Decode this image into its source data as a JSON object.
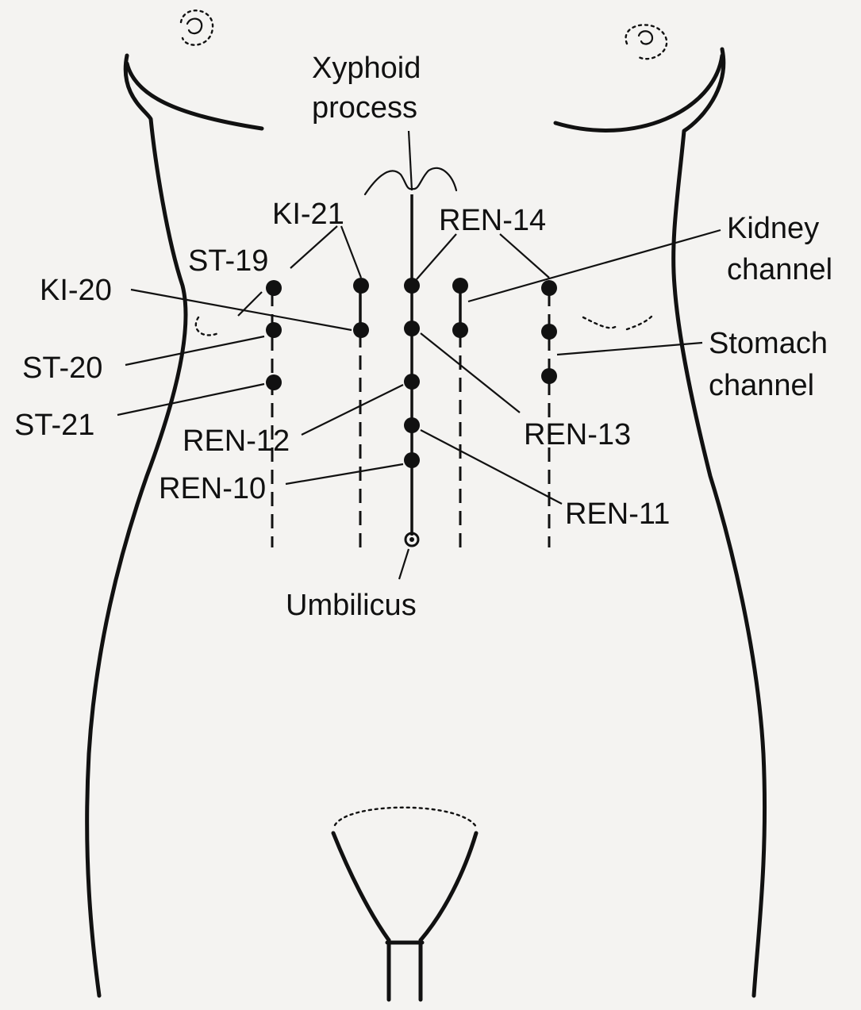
{
  "labels": {
    "xyphoid_1": "Xyphoid",
    "xyphoid_2": "process",
    "ki21": "KI-21",
    "ren14": "REN-14",
    "st19": "ST-19",
    "ki20": "KI-20",
    "st20": "ST-20",
    "st21": "ST-21",
    "ren12": "REN-12",
    "ren10": "REN-10",
    "ren13": "REN-13",
    "ren11": "REN-11",
    "kidney_1": "Kidney",
    "kidney_2": "channel",
    "stomach_1": "Stomach",
    "stomach_2": "channel",
    "umbilicus": "Umbilicus"
  },
  "colors": {
    "ink": "#111111",
    "paper": "#f4f3f1"
  }
}
